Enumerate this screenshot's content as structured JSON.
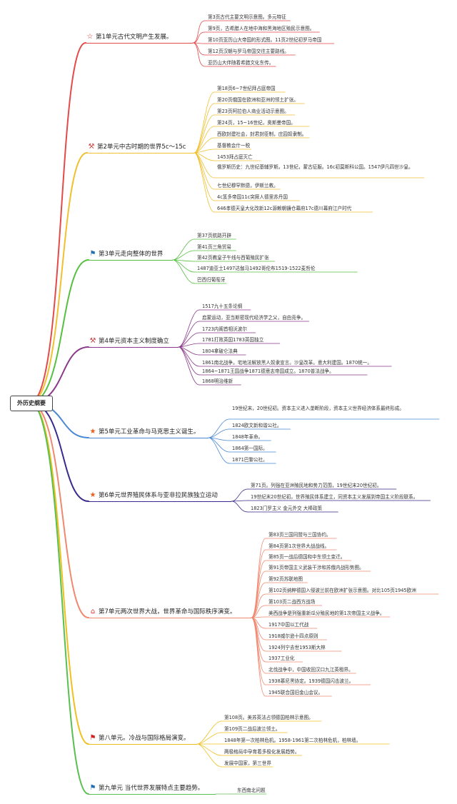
{
  "root": "外历史纲要",
  "units": [
    {
      "label": "第1单元古代文明产生发展。",
      "icon": "star-outline-icon",
      "glyph": "☆",
      "color": "#e34a4a",
      "items": [
        "第3页古代主要文明示意图。多元特征",
        "第9页，古希腊人在地中海和黑海地区殖民示意图。",
        "第10页亚历山大帝国的形式图。11页2世纪初罗马帝国",
        "第12页汉朝与罗马帝国交往主要路线。",
        "亚历山大伴随着希腊文化东传。"
      ]
    },
    {
      "label": "第2单元中古时期的世界5c〜15c",
      "icon": "tools-icon",
      "glyph": "⚒",
      "color": "#f0c030",
      "items": [
        "第18页6~7世纪拜占庭帝国",
        "第20页俄国在欧洲和亚洲的领土扩张。",
        "第23页阿拉伯人商业活动示意图。",
        "第24页，15~16世纪，奥斯曼帝国。",
        "西欧封建社会，封君封臣制，庄园奴隶制。",
        "基督教会什一税",
        "1453拜占庭灭亡",
        "俄罗斯历史：九世纪基辅罗斯。13世纪，蒙古征服。16c初莫斯科公国。1547伊凡四世沙皇。",
        "七世纪穆罕默德，伊斯兰教。",
        "4c笈多帝国11c突厥人德里苏丹国",
        "646孝德天皇大化改新12c源赖朝镰仓幕府17c德川幕府江户时代"
      ]
    },
    {
      "label": "第3单元走向整体的世界",
      "icon": "flag-blue-icon",
      "glyph": "⚑",
      "color": "#55c040",
      "items": [
        "第37页航路开辟",
        "第41页三角贸易",
        "第42页教皇子午线与西葡殖民扩张",
        "1487迪亚士1497达伽马1492哥伦布1519-1522麦哲伦",
        "巴西归葡萄牙"
      ]
    },
    {
      "label": "第4单元资本主义制度确立",
      "icon": "tools-icon",
      "glyph": "⚒",
      "color": "#8a3a8a",
      "items": [
        "1517九十五条论纲",
        "启蒙运动，亚当斯密现代经济学之父，自由竞争。",
        "1723内阁首相沃波尔",
        "1781打败英国1783英国独立",
        "1804拿破仑法典",
        "1861南北战争。宅地法解放黑人奴隶宣言。沙皇改革。意大利建国。1870统一。",
        "1864~1871王国战争1871德意志帝国成立。1870普法战争。",
        "1868明治维新"
      ]
    },
    {
      "label": "第5单元工业革命与马克思主义诞生。",
      "icon": "star-fill-icon",
      "glyph": "★",
      "color": "#4a8ad4",
      "items": [
        "19世纪末，20世纪初。资本主义进入垄断阶段，资本主义世界经济体系最终形成。",
        "1824欧文新和谐公社。",
        "1848年革命。",
        "1864第一国际。",
        "1871巴黎公社。"
      ]
    },
    {
      "label": "第6单元世界殖民体系与亚非拉民族独立运动",
      "icon": "star-fill-icon",
      "glyph": "★",
      "color": "#3a2a8a",
      "items": [
        "第71页。列强在亚洲殖民地和势力范围，19世纪末20世纪初。",
        "19世纪末20世纪初。世界殖民体系建立，同资本主义发展到帝国主义阶段联系。",
        "1823门罗主义 金元外交 大棒政策"
      ]
    },
    {
      "label": "第7单元两次世界大战，世界革命与国际秩序演变。",
      "icon": "house-icon",
      "glyph": "⌂",
      "color": "#f08870",
      "items": [
        "第83页三国同盟与三国协约。",
        "第84页第1次世界大战战线。",
        "第85页一战后德国和中东领土变迁。",
        "第91页帝国主义武装干涉和苏俄内战形势图。",
        "第92页苏联地图",
        "第102页纳粹德国入侵波兰前在欧洲扩张示意图。对比105页1945欧洲",
        "第103页二战西方战场",
        "美西战争是列强重新瓜分殖民地的第1次帝国主义战争。",
        "1917中国以工代战",
        "1918威尔逊十四点原则",
        "1924列宁去世1953斯大林",
        "1937工业化",
        "北伐战争中，中国收回汉口九江英租界。",
        "1938慕尼黑协定。1939德国闪击波兰。",
        "1945联合国旧金山会议。"
      ]
    },
    {
      "label": "第八单元。冷战与国际格局演变。",
      "icon": "flag-red-icon",
      "glyph": "⚑",
      "color": "#f0c020",
      "items": [
        "第108页。美苏英法占领德国柏林示意图。",
        "第109页二战后波兰领土。",
        "1848年第一次柏林危机。1958-1961第二次柏林危机，柏林墙。",
        "两极格局中孕育着多极化发展趋势。",
        "发展中国家，第三世界"
      ]
    },
    {
      "label": "第九单元 当代世界发展特点主要趋势。",
      "icon": "flag-blue-icon",
      "glyph": "⚑",
      "color": "#58c050",
      "items": [
        "东西南北问题"
      ]
    }
  ]
}
